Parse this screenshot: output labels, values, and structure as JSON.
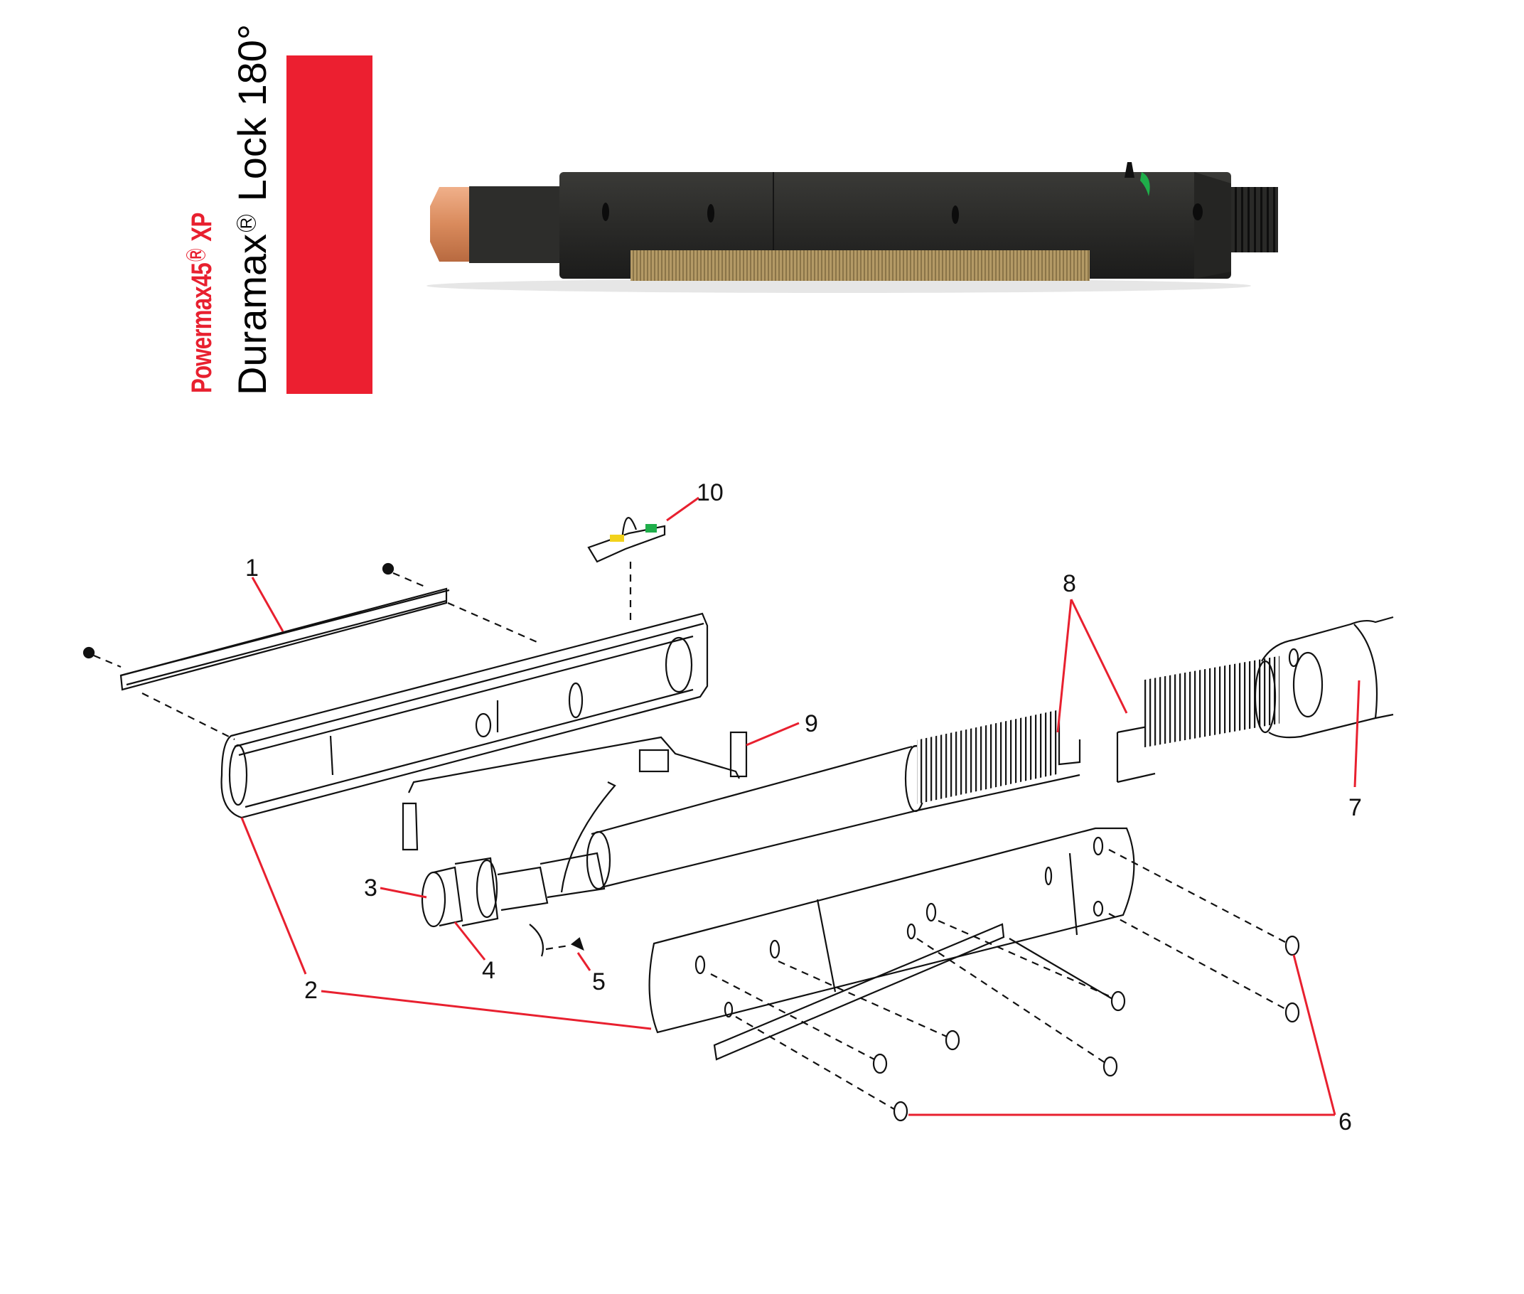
{
  "header": {
    "brand": "Powermax45",
    "brand_suffix": "XP",
    "registered_mark": "R",
    "product_name": "Duramax",
    "product_suffix": "Lock 180°",
    "accent_color": "#ec1f30"
  },
  "photo": {
    "description": "Machine torch photo",
    "colors": {
      "body": "#2a2a28",
      "nozzle": "#d98a5c",
      "slider": "#b49a66",
      "indicator": "#1fae4a"
    }
  },
  "diagram": {
    "leader_color": "#e8202f",
    "callouts": [
      {
        "id": "1",
        "label": "1"
      },
      {
        "id": "2",
        "label": "2"
      },
      {
        "id": "3",
        "label": "3"
      },
      {
        "id": "4",
        "label": "4"
      },
      {
        "id": "5",
        "label": "5"
      },
      {
        "id": "6",
        "label": "6"
      },
      {
        "id": "7",
        "label": "7"
      },
      {
        "id": "8",
        "label": "8"
      },
      {
        "id": "9",
        "label": "9"
      },
      {
        "id": "10",
        "label": "10"
      }
    ]
  }
}
